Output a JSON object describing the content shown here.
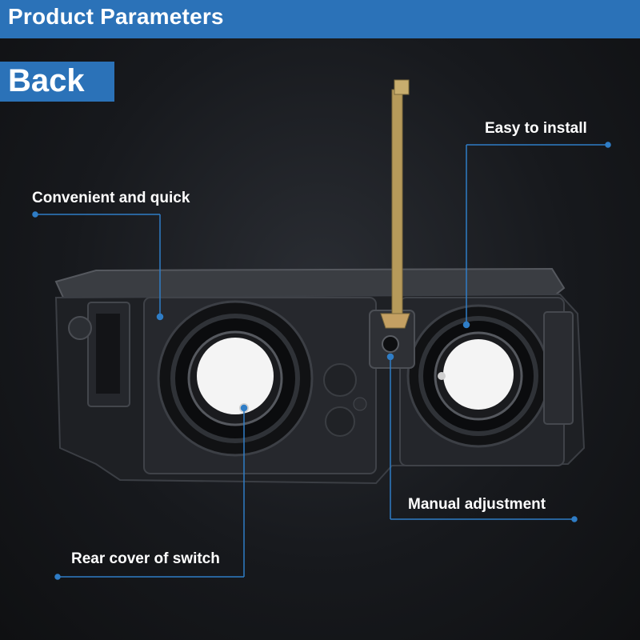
{
  "header": {
    "title": "Product Parameters"
  },
  "badge": {
    "label": "Back"
  },
  "callouts": {
    "convenient": "Convenient and quick",
    "easy_install": "Easy to install",
    "manual_adjustment": "Manual adjustment",
    "rear_cover": "Rear cover of switch"
  },
  "colors": {
    "accent": "#2b72b8",
    "text": "#ffffff",
    "background": "#17191d"
  }
}
